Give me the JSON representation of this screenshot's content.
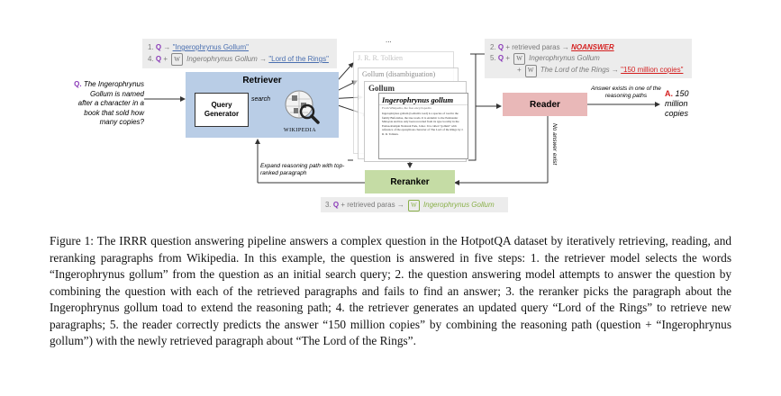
{
  "figure": {
    "steps": {
      "s1": {
        "num": "1.",
        "q": "Q",
        "arrow": "→",
        "link": "\"Ingerophrynus Gollum\""
      },
      "s4": {
        "num": "4.",
        "q": "Q",
        "plus": "+",
        "w": "W",
        "title": "Ingerophrynus Gollum",
        "arrow": "→",
        "link": "\"Lord of the Rings\""
      },
      "s2": {
        "num": "2.",
        "q": "Q",
        "text": "+ retrieved paras →",
        "answer": "NOANSWER"
      },
      "s5": {
        "num": "5.",
        "q": "Q",
        "plus": "+",
        "w": "W",
        "title1": "Ingerophrynus Gollum",
        "plus2": "+",
        "w2": "W",
        "title2": "The Lord of the Rings",
        "arrow": "→",
        "answer": "\"150 million copies\""
      },
      "s3": {
        "num": "3.",
        "q": "Q",
        "text": "+ retrieved paras →",
        "w": "W",
        "title": "Ingerophrynus Gollum"
      }
    },
    "question": {
      "label": "Q.",
      "text": "The Ingerophrynus Gollum is named after a character in a book that sold how many copies?"
    },
    "retriever": {
      "title": "Retriever",
      "query_generator": "Query Generator",
      "search": "search",
      "wiki": "WIKIPEDIA"
    },
    "docs": {
      "d1": "J. R. R. Tolkien",
      "d2": "Gollum (disambiguation)",
      "d3": "Gollum",
      "d4_title": "Ingerophrynus gollum",
      "d4_sub": "From Wikipedia, the free encyclopedia",
      "d4_body": "Ingerophrynus gollum (Gollum's toad) is a species of toad in the family Bufonidae, the true toads. It is endemic to the Peninsular Malaysia and has only been recorded from its type locality in the Endau-Rompin National Park, Johor. It is called \"gollum\" with reference of the eponymous character of The Lord of the Rings by J. R. R. Tolkien.",
      "dots": "..."
    },
    "reader": {
      "title": "Reader",
      "answer_exists": "Answer exists in one of the reasoning paths",
      "no_answer": "No answer exist"
    },
    "answer": {
      "label": "A.",
      "text": "150 million copies"
    },
    "reranker": {
      "title": "Reranker",
      "expand": "Expand reasoning path with top-ranked paragraph"
    }
  },
  "caption": "Figure 1: The IRRR question answering pipeline answers a complex question in the HotpotQA dataset by iteratively retrieving, reading, and reranking paragraphs from Wikipedia. In this example, the question is answered in five steps: 1. the retriever model selects the words “Ingerophrynus gollum” from the question as an initial search query; 2. the question answering model attempts to answer the question by combining the question with each of the retrieved paragraphs and fails to find an answer; 3. the reranker picks the paragraph about the Ingerophrynus gollum toad to extend the reasoning path; 4. the retriever generates an updated query “Lord of the Rings” to retrieve new paragraphs; 5. the reader correctly predicts the answer “150 million copies” by combining the reasoning path (question + “Ingerophrynus gollum”) with the newly retrieved paragraph about “The Lord of the Rings”.",
  "colors": {
    "retriever": "#b9cde6",
    "reader": "#e9b8b8",
    "reranker": "#c5dca5",
    "step_bg": "#ececec",
    "question": "#8a3bb8",
    "answer": "#d41f1f",
    "green": "#8ab04a"
  }
}
